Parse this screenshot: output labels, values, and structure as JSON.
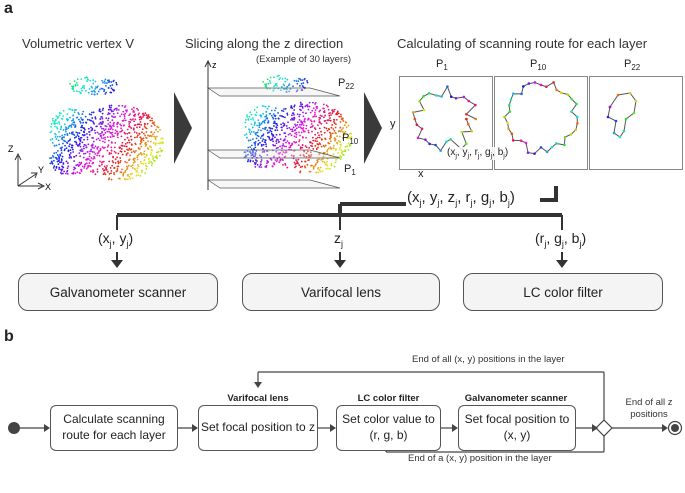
{
  "panel_a": {
    "letter": "a",
    "titles": {
      "volumetric": "Volumetric vertex V",
      "slicing": "Slicing along the z direction",
      "slicing_note": "(Example of 30 layers)",
      "route": "Calculating of scanning route for each layer"
    },
    "slice_labels": [
      "P",
      "P",
      "P"
    ],
    "slice_subs": [
      "22",
      "10",
      "1"
    ],
    "plot_labels": [
      "P",
      "P",
      "P"
    ],
    "plot_subs": [
      "1",
      "10",
      "22"
    ],
    "axis_x": "x",
    "axis_y": "y",
    "axis_z": "z",
    "coord_axes": [
      "Z",
      "Y",
      "X"
    ],
    "point_label": "(x_j, y_j, r_j, g_j, b_j)",
    "full_tuple": "(xj, yj, zj, rj, gj, bj)",
    "branches": [
      "(xj, yj)",
      "zj",
      "(rj, gj, bj)"
    ],
    "devices": [
      "Galvanometer scanner",
      "Varifocal lens",
      "LC color filter"
    ]
  },
  "panel_b": {
    "letter": "b",
    "steps": [
      {
        "head": "",
        "text": "Calculate scanning route for each layer"
      },
      {
        "head": "Varifocal lens",
        "text": "Set focal position to z"
      },
      {
        "head": "LC color filter",
        "text": "Set color value to (r, g, b)"
      },
      {
        "head": "Galvanometer scanner",
        "text": "Set focal position to (x, y)"
      }
    ],
    "loop_top": "End of all (x, y) positions in the layer",
    "loop_bottom": "End of a (x, y) position in the layer",
    "end_label": "End of all z positions"
  },
  "colors": {
    "arrow": "#333333",
    "box_fill": "#f4f4f4"
  }
}
